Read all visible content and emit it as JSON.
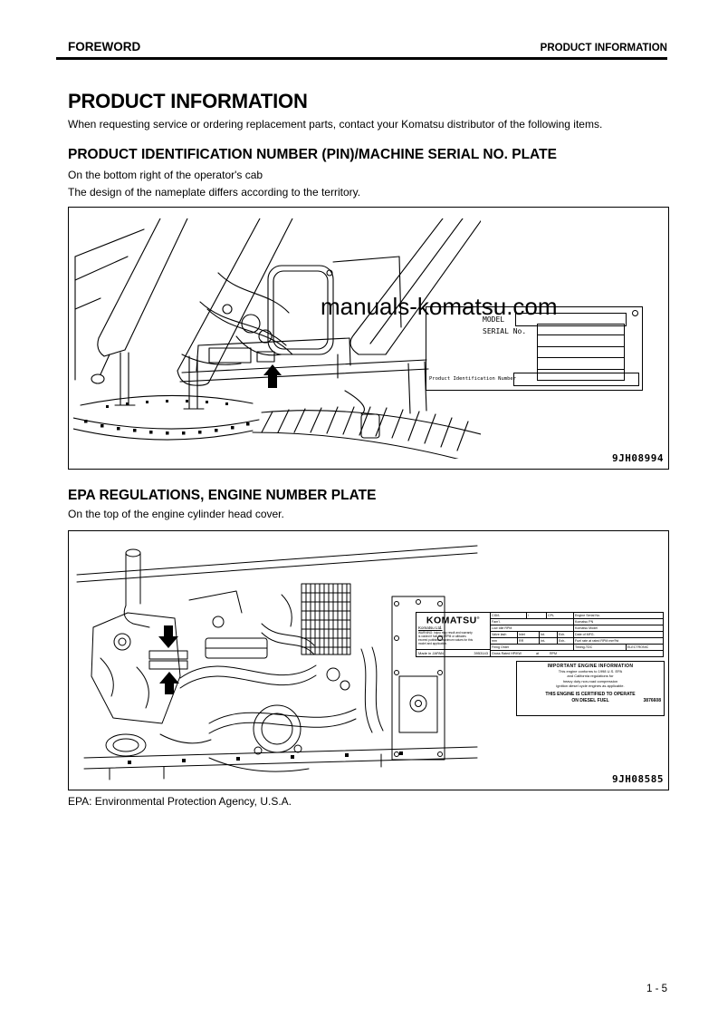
{
  "header": {
    "left_title": "FOREWORD",
    "right_title": "PRODUCT INFORMATION"
  },
  "title": "PRODUCT INFORMATION",
  "intro": "When requesting service or ordering replacement parts, contact your Komatsu distributor of the following items.",
  "pin_section": {
    "heading": "PRODUCT IDENTIFICATION NUMBER (PIN)/MACHINE SERIAL NO. PLATE",
    "location_line": "On the bottom right of the operator's cab",
    "note_line": "The design of the nameplate differs according to the territory.",
    "figure": {
      "watermark": "manuals-komatsu.com",
      "figure_code": "9JH08994",
      "plate": {
        "model_label": "MODEL",
        "serial_label": "SERIAL No.",
        "pid_label": "Product Identification Number"
      }
    }
  },
  "epa_section": {
    "heading": "EPA REGULATIONS, ENGINE NUMBER PLATE",
    "location_line": "On the top of the engine cylinder head cover.",
    "caption": "EPA: Environmental Protection Agency, U.S.A.",
    "figure": {
      "figure_code": "9JH08585",
      "engine_plate": {
        "brand": "KOMATSU",
        "reg_mark": "®",
        "company": "Komatsu Ltd.",
        "warning_lines": [
          "WARNING: Injury may result and warranty",
          "is voided if fuel rate, RPM or altitudes",
          "exceed published maximum values for this",
          "model and application."
        ],
        "made_in": "Made in JAPAN",
        "plate_no": "3953143",
        "table": {
          "row1": {
            "c1": "CID/L",
            "c2": "/",
            "c3": "CPL",
            "right": "Engine Serial No."
          },
          "row2": {
            "c1": "Fam'l.",
            "right": "Komatsu PN"
          },
          "row3": {
            "c1": "Low Idle RPM",
            "right": "Komatsu Model"
          },
          "row4": {
            "c1": "Valve lash",
            "c2": "Inlet",
            "c3": "Int.",
            "c4": "Exh.",
            "right": "Date of MFG."
          },
          "row5": {
            "c1": "mm",
            "c2": "RR",
            "c3": "Int-",
            "c4": "Exh-",
            "right": "Fuel rate at rated RPM mm³/st"
          },
          "row6": {
            "c1": "Firing Order",
            "right1": "Timing-TDC",
            "right2": "ELECTRONIC"
          },
          "row7": {
            "c1": "Gross Rated HP/KW",
            "c2": "at",
            "c3": "RPM"
          }
        }
      },
      "info_box": {
        "title": "IMPORTANT ENGINE INFORMATION",
        "lines": [
          "This engine conforms to 1998 U.S. EPA",
          "and California regulations for",
          "heavy duty non-road compression",
          "ignition diesel cycle engines as applicable."
        ],
        "cert_line": "THIS ENGINE IS CERTIFIED TO OPERATE",
        "fuel_line": "ON DIESEL FUEL",
        "cert_number": "3876608"
      }
    }
  },
  "footer": {
    "page_number": "1 - 5"
  },
  "colors": {
    "ink": "#000000",
    "paper": "#ffffff"
  }
}
